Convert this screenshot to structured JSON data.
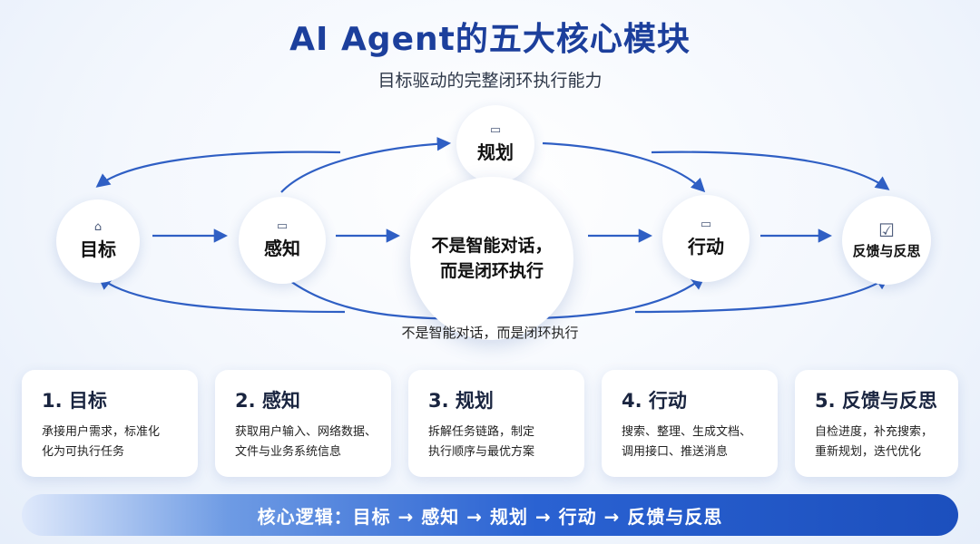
{
  "title": "AI Agent的五大核心模块",
  "subtitle": "目标驱动的完整闭环执行能力",
  "nodes": {
    "goal": {
      "label": "目标",
      "icon": "folder-icon"
    },
    "perception": {
      "label": "感知",
      "icon": "folder-icon"
    },
    "planning": {
      "label": "规划",
      "icon": "folder-icon"
    },
    "action": {
      "label": "行动",
      "icon": "folder-icon"
    },
    "feedback": {
      "label": "反馈与反思",
      "icon": "checkbox-icon"
    }
  },
  "center": {
    "line1": "不是智能对话，",
    "line2": "而是闭环执行"
  },
  "caption": "不是智能对话，而是闭环执行",
  "cards": [
    {
      "title": "1.  目标",
      "line1": "承接用户需求，标准化",
      "line2": "化为可执行任务"
    },
    {
      "title": "2.  感知",
      "line1": "获取用户输入、网络数据、",
      "line2": "文件与业务系统信息"
    },
    {
      "title": "3.  规划",
      "line1": "拆解任务链路，制定",
      "line2": "执行顺序与最优方案"
    },
    {
      "title": "4.  行动",
      "line1": "搜索、整理、生成文档、",
      "line2": "调用接口、推送消息"
    },
    {
      "title": "5.  反馈与反思",
      "line1": "自检进度，补充搜索，",
      "line2": "重新规划，迭代优化"
    }
  ],
  "bottom_bar": "核心逻辑：目标 → 感知 → 规划 → 行动 → 反馈与反思",
  "colors": {
    "title": "#1c3f9c",
    "arrow": "#2f5fc4",
    "bar": "#1c4fbd"
  }
}
